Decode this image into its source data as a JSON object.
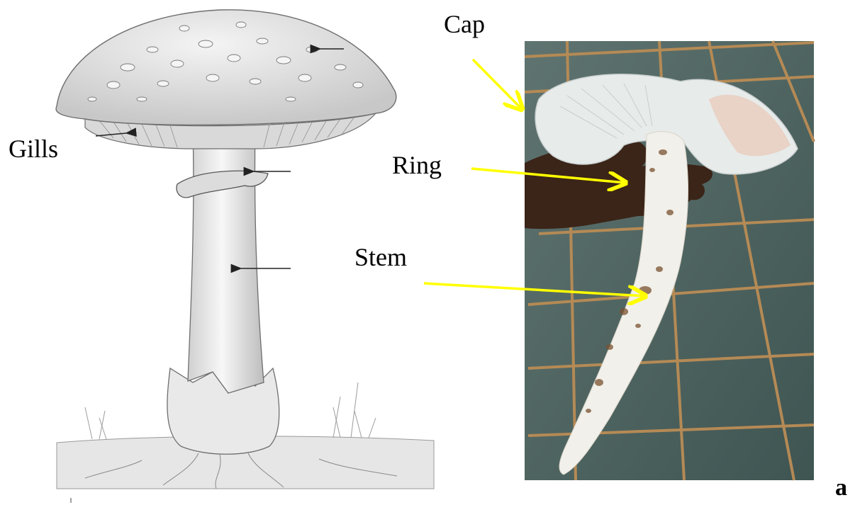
{
  "labels": {
    "gills": "Gills",
    "cap": "Cap",
    "ring": "Ring",
    "stem": "Stem",
    "panel": "a"
  },
  "colors": {
    "pointer_yellow": "#ffff00",
    "sketch_arrow": "#222222",
    "tile_base": "#4f6461",
    "grout": "#b58a55"
  }
}
